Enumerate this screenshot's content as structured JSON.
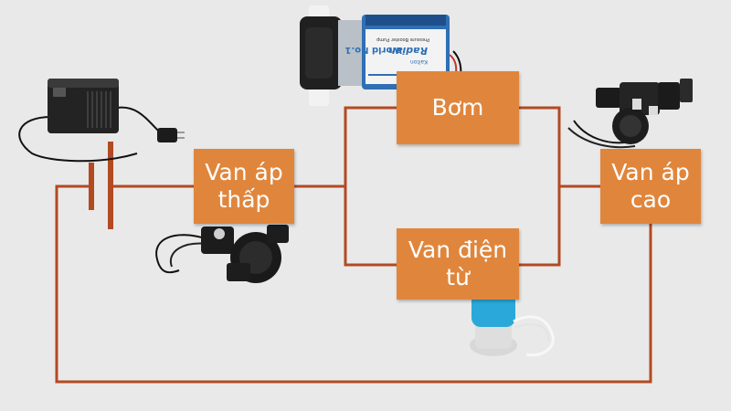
{
  "colors": {
    "background": "#e9e9e9",
    "box_fill": "#e0863c",
    "box_text": "#ffffff",
    "wire": "#b24a22"
  },
  "components": {
    "pump": {
      "label": "Bơm",
      "icon": "booster-pump-icon"
    },
    "low_pressure_valve": {
      "label_line1": "Van áp",
      "label_line2": "thấp",
      "icon": "low-pressure-switch-icon"
    },
    "high_pressure_valve": {
      "label_line1": "Van áp",
      "label_line2": "cao",
      "icon": "high-pressure-switch-icon"
    },
    "solenoid_valve": {
      "label_line1": "Van điện",
      "label_line2": "từ",
      "icon": "solenoid-valve-icon"
    },
    "adapter": {
      "icon": "power-adapter-icon"
    },
    "power_source": {
      "icon": "power-source-icon"
    }
  },
  "pump_sticker": {
    "brand": "Kaiton",
    "model": "Radian",
    "tagline": "World No.1",
    "subtitle": "Pressure Booster Pump"
  }
}
